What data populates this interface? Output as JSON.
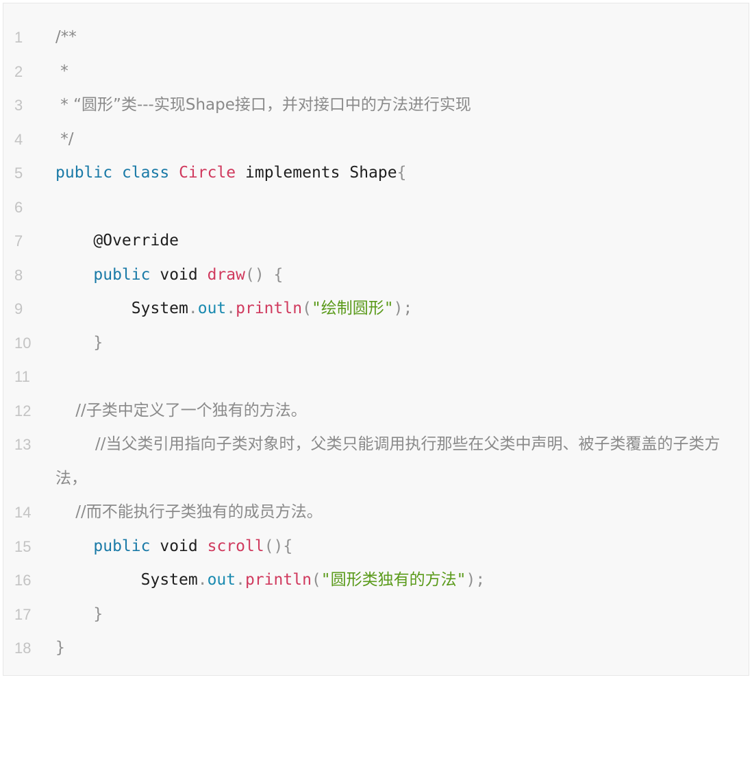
{
  "code": {
    "language": "java",
    "line_numbers": [
      "1",
      "2",
      "3",
      "4",
      "5",
      "6",
      "7",
      "8",
      "9",
      "10",
      "11",
      "12",
      "13",
      "14",
      "15",
      "16",
      "17",
      "18"
    ],
    "lines": {
      "l1": "/**",
      "l2": " *",
      "l3": " * “圆形”类---实现Shape接口，并对接口中的方法进行实现",
      "l4": " */",
      "l5": {
        "kw_public": "public",
        "kw_class": "class",
        "class_name": "Circle",
        "implements": "implements",
        "interface": "Shape",
        "brace": "{"
      },
      "l7": "    @Override",
      "l8": {
        "kw_public": "public",
        "kw_void": "void",
        "method": "draw",
        "parens": "()",
        "brace": "{"
      },
      "l9": {
        "system": "System",
        "dot1": ".",
        "out": "out",
        "dot2": ".",
        "println": "println",
        "open": "(",
        "string": "\"绘制圆形\"",
        "close": ");"
      },
      "l10": "}",
      "l12": "//子类中定义了一个独有的方法。",
      "l13": "//当父类引用指向子类对象时，父类只能调用执行那些在父类中声明、被子类覆盖的子类方法，",
      "l14": "//而不能执行子类独有的成员方法。",
      "l15": {
        "kw_public": "public",
        "kw_void": "void",
        "method": "scroll",
        "parens": "()",
        "brace": "{"
      },
      "l16": {
        "system": "System",
        "dot1": ".",
        "out": "out",
        "dot2": ".",
        "println": "println",
        "open": "(",
        "string": "\"圆形类独有的方法\"",
        "close": ");"
      },
      "l17": "}",
      "l18": "}"
    }
  },
  "colors": {
    "background": "#f8f8f8",
    "keyword": "#1a7aa7",
    "class_name": "#d03a5e",
    "string": "#5a9a1a",
    "comment": "#8a8a8a",
    "line_number": "#c3c3c3"
  }
}
